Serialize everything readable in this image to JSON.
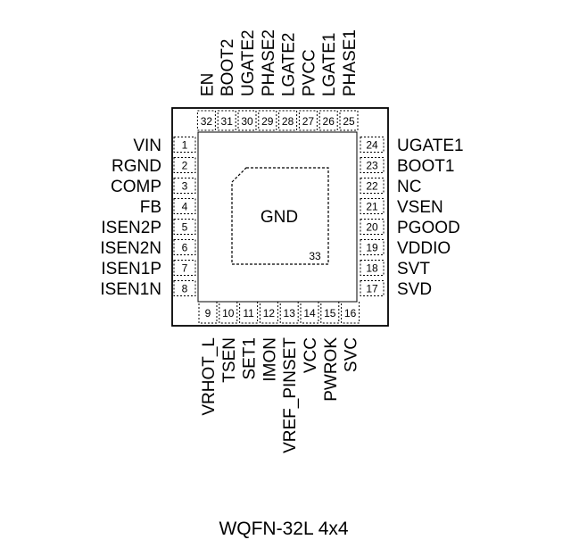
{
  "package": {
    "caption": "WQFN-32L 4x4",
    "exposed_pad": {
      "label": "GND",
      "number": "33"
    }
  },
  "pins": {
    "left": [
      {
        "num": "1",
        "name": "VIN"
      },
      {
        "num": "2",
        "name": "RGND"
      },
      {
        "num": "3",
        "name": "COMP"
      },
      {
        "num": "4",
        "name": "FB"
      },
      {
        "num": "5",
        "name": "ISEN2P"
      },
      {
        "num": "6",
        "name": "ISEN2N"
      },
      {
        "num": "7",
        "name": "ISEN1P"
      },
      {
        "num": "8",
        "name": "ISEN1N"
      }
    ],
    "bottom": [
      {
        "num": "9",
        "name": "VRHOT_L"
      },
      {
        "num": "10",
        "name": "TSEN"
      },
      {
        "num": "11",
        "name": "SET1"
      },
      {
        "num": "12",
        "name": "IMON"
      },
      {
        "num": "13",
        "name": "VREF_PINSET"
      },
      {
        "num": "14",
        "name": "VCC"
      },
      {
        "num": "15",
        "name": "PWROK"
      },
      {
        "num": "16",
        "name": "SVC"
      }
    ],
    "right": [
      {
        "num": "17",
        "name": "SVD"
      },
      {
        "num": "18",
        "name": "SVT"
      },
      {
        "num": "19",
        "name": "VDDIO"
      },
      {
        "num": "20",
        "name": "PGOOD"
      },
      {
        "num": "21",
        "name": "VSEN"
      },
      {
        "num": "22",
        "name": "NC"
      },
      {
        "num": "23",
        "name": "BOOT1"
      },
      {
        "num": "24",
        "name": "UGATE1"
      }
    ],
    "top": [
      {
        "num": "25",
        "name": "PHASE1"
      },
      {
        "num": "26",
        "name": "LGATE1"
      },
      {
        "num": "27",
        "name": "PVCC"
      },
      {
        "num": "28",
        "name": "LGATE2"
      },
      {
        "num": "29",
        "name": "PHASE2"
      },
      {
        "num": "30",
        "name": "UGATE2"
      },
      {
        "num": "31",
        "name": "BOOT2"
      },
      {
        "num": "32",
        "name": "EN"
      }
    ]
  }
}
